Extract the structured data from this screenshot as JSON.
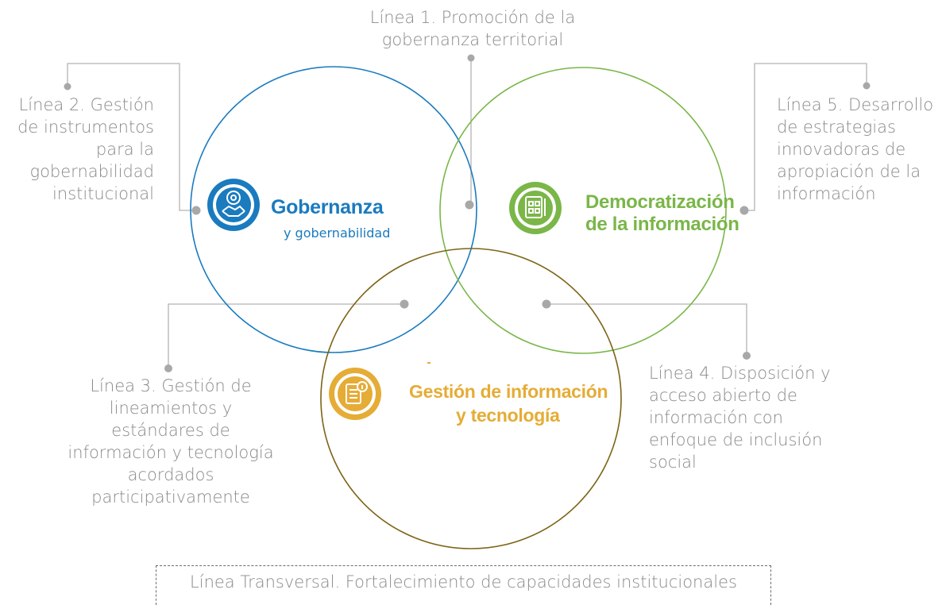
{
  "lines": {
    "line1": "Línea 1. Promoción de la gobernanza territorial",
    "line2": "Línea 2. Gestión de instrumentos para la gobernabilidad institucional",
    "line3": "Línea 3. Gestión de lineamientos y estándares de información y tecnología acordados participativamente",
    "line4": "Línea 4. Disposición y acceso abierto de información con enfoque de inclusión social",
    "line5": "Línea 5. Desarrollo de estrategias innovadoras de apropiación de la información",
    "transversal": "Línea Transversal. Fortalecimiento de capacidades institucionales"
  },
  "line1_parts": [
    "Línea 1. Promoción de la",
    "gobernanza territorial"
  ],
  "line2_parts": [
    "Línea 2. Gestión",
    "de instrumentos",
    "para la",
    "gobernabilidad",
    "institucional"
  ],
  "line3_parts": [
    "Línea 3. Gestión de",
    "lineamientos y",
    "estándares de",
    "información y tecnología",
    "acordados",
    "participativamente"
  ],
  "line4_parts": [
    "Línea 4. Disposición y",
    "acceso abierto de",
    "información con",
    "enfoque de inclusión",
    "social"
  ],
  "line5_parts": [
    "Línea 5. Desarrollo",
    "de estrategias",
    "innovadoras de",
    "apropiación de la",
    "información"
  ],
  "circles": {
    "gobernanza": {
      "title": "Gobernanza",
      "subtitle": "y gobernabilidad",
      "color": "#1a7bbf",
      "icon": "handshake-gear-icon"
    },
    "democratizacion": {
      "title_line1": "Democratización",
      "title_line2": "de la información",
      "color": "#7ab648",
      "icon": "document-checklist-icon"
    },
    "gestion": {
      "title_line1": "Gestión de información",
      "title_line2": "y tecnología",
      "color": "#e5ac36",
      "icon": "document-info-icon"
    }
  },
  "colors": {
    "label_gray": "#8a8a8a",
    "connector_gray": "#b3b3b3",
    "circle_blue": "#1a7bbf",
    "circle_green": "#7ab648",
    "circle_brown": "#7d6416"
  }
}
